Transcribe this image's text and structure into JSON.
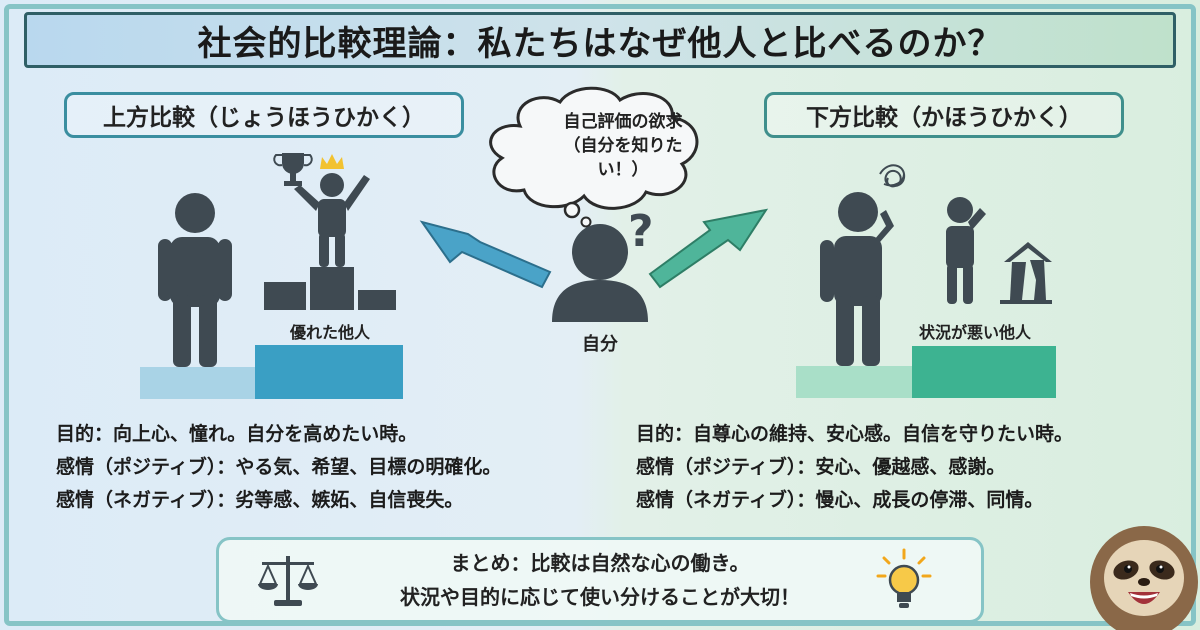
{
  "title": "社会的比較理論：私たちはなぜ他人と比べるのか？",
  "upward": {
    "label": "上方比較（じょうほうひかく）",
    "caption": "優れた他人",
    "purpose": "目的：向上心、憧れ。自分を高めたい時。",
    "positive": "感情（ポジティブ）：やる気、希望、目標の明確化。",
    "negative": "感情（ネガティブ）：劣等感、嫉妬、自信喪失。"
  },
  "downward": {
    "label": "下方比較（かほうひかく）",
    "caption": "状況が悪い他人",
    "purpose": "目的：自尊心の維持、安心感。自信を守りたい時。",
    "positive": "感情（ポジティブ）：安心、優越感、感謝。",
    "negative": "感情（ネガティブ）：慢心、成長の停滞、同情。"
  },
  "center": {
    "thought_line1": "自己評価の欲求",
    "thought_line2": "（自分を知りたい！）",
    "self_label": "自分",
    "question_mark": "?"
  },
  "summary": {
    "line1": "まとめ：比較は自然な心の働き。",
    "line2": "状況や目的に応じて使い分けることが大切！"
  },
  "colors": {
    "figure": "#3f4a52",
    "left_arrow": "#4aa3c8",
    "right_arrow": "#4fb59a",
    "left_platform": "#3a9fc4",
    "right_platform": "#3db391",
    "crown": "#f2c230"
  },
  "icons": [
    "trophy-icon",
    "crown-icon",
    "scale-icon",
    "lightbulb-icon",
    "tangled-thought-icon",
    "broken-house-icon",
    "sloth-mascot"
  ]
}
